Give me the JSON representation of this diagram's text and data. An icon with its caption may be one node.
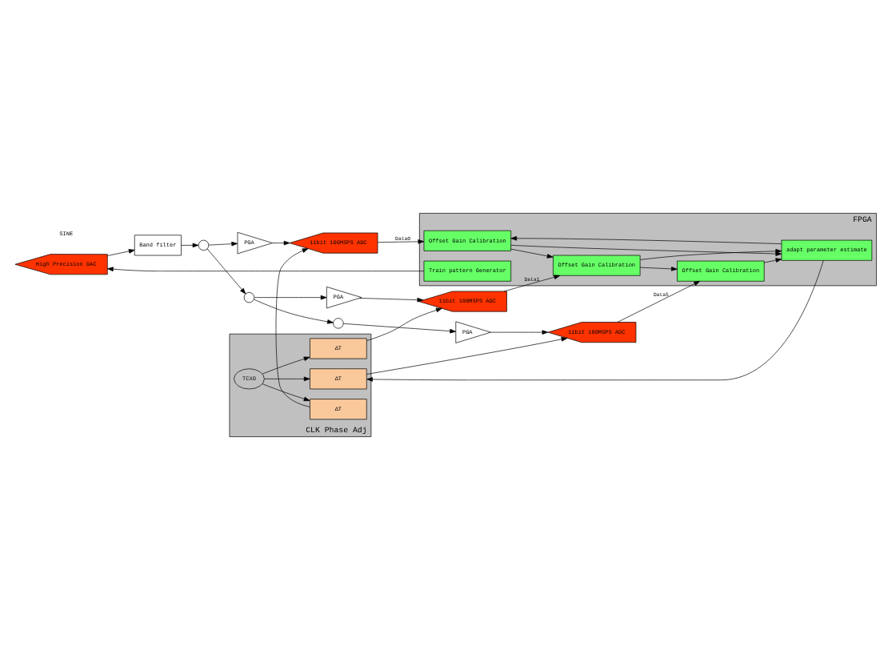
{
  "diagram": {
    "nodes": [
      {
        "text": [
          "FPGA"
        ]
      },
      {
        "text": [
          "Train pattern Generator"
        ],
        "in": 0
      },
      {
        "text": [
          "Offset Gain Calibration"
        ],
        "in": 0
      },
      {
        "text": [
          "Offset Gain Calibration"
        ],
        "in": 0
      },
      {
        "text": [
          "Offset Gain Calibration"
        ],
        "in": 0
      },
      {
        "text": [
          "adapt parameter estimate"
        ],
        "in": 0
      },
      {
        "text": [
          "High Precision DAC"
        ]
      },
      {
        "text": [
          "Band filter"
        ]
      },
      {
        "text": [],
        "shape": "circle"
      },
      {
        "text": [],
        "shape": "circle"
      },
      {
        "text": [],
        "shape": "circle"
      },
      {
        "text": [
          "PGA"
        ]
      },
      {
        "text": [
          "PGA"
        ]
      },
      {
        "text": [
          "PGA"
        ]
      },
      {
        "text": [
          "11bit 100MSPS ADC"
        ]
      },
      {
        "text": [
          "11bit 100MSPS ADC"
        ]
      },
      {
        "text": [
          "11bit 100MSPS ADC"
        ]
      },
      {
        "text": [
          "CLK Phase Adj"
        ]
      },
      {
        "text": [
          "TCXO"
        ],
        "in": 17
      },
      {
        "text": [
          "ΔT"
        ],
        "in": 17
      },
      {
        "text": [
          "ΔT"
        ],
        "in": 17
      },
      {
        "text": [
          "ΔT"
        ],
        "in": 17
      }
    ],
    "edges": [
      {
        "from": 1,
        "to": 6,
        "arrow": "to"
      },
      {
        "from": 6,
        "to": 7,
        "arrow": "to"
      },
      {
        "from": 7,
        "to": 8,
        "arrow": "to"
      },
      {
        "from": 8,
        "to": 9,
        "arrow": "to"
      },
      {
        "from": 9,
        "to": 10,
        "arrow": "to"
      },
      {
        "from": 8,
        "to": 11,
        "arrow": "to"
      },
      {
        "from": 9,
        "to": 12,
        "arrow": "to"
      },
      {
        "from": 10,
        "to": 13,
        "arrow": "to"
      },
      {
        "from": 11,
        "to": 14,
        "arrow": "to"
      },
      {
        "from": 12,
        "to": 15,
        "arrow": "to"
      },
      {
        "from": 13,
        "to": 16,
        "arrow": "to"
      },
      {
        "from": 14,
        "to": 2,
        "label": "Data0",
        "arrow": "to"
      },
      {
        "from": 15,
        "to": 3,
        "label": "Data1",
        "arrow": "to"
      },
      {
        "from": 16,
        "to": 4,
        "label": "Data5",
        "arrow": "to"
      },
      {
        "from": 2,
        "to": 5,
        "arrow": "to"
      },
      {
        "from": 3,
        "to": 5,
        "arrow": "to"
      },
      {
        "from": 4,
        "to": 5,
        "arrow": "to"
      },
      {
        "from": 5,
        "to": 2,
        "arrow": "to"
      },
      {
        "from": 2,
        "to": 3,
        "arrow": "to"
      },
      {
        "from": 3,
        "to": 4,
        "arrow": "to"
      },
      {
        "from": 5,
        "to": 21,
        "arrow": "to"
      },
      {
        "from": 18,
        "to": 19,
        "arrow": "to"
      },
      {
        "from": 18,
        "to": 20,
        "arrow": "to"
      },
      {
        "from": 18,
        "to": 21,
        "arrow": "to"
      },
      {
        "from": 19,
        "to": 14,
        "arrow": "to"
      },
      {
        "from": 20,
        "to": 15,
        "arrow": "to"
      },
      {
        "from": 21,
        "to": 16,
        "arrow": "to"
      }
    ],
    "labels": [
      "SINE"
    ]
  }
}
